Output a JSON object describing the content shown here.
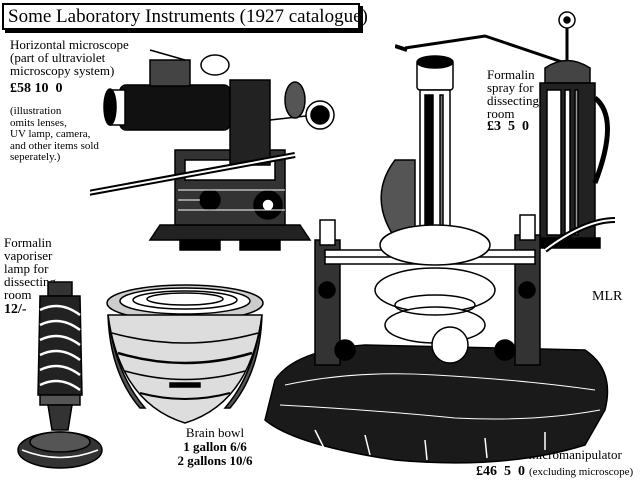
{
  "title": "Some Laboratory Instruments (1927 catalogue)",
  "items": {
    "horizontal_microscope": {
      "caption": [
        "Horizontal microscope",
        "(part of ultraviolet",
        "microscopy system)"
      ],
      "price": "£58 10  0",
      "note": [
        "(illustration",
        "omits lenses,",
        "UV lamp, camera,",
        "and other items sold",
        "seperately.)"
      ]
    },
    "formalin_spray": {
      "caption": [
        "Formalin",
        "spray for",
        "dissecting",
        "room"
      ],
      "price": "£3  5  0"
    },
    "formalin_vaporiser": {
      "caption": [
        "Formalin",
        "vaporiser",
        "lamp for",
        "dissecting",
        "room"
      ],
      "price": "12/-"
    },
    "brain_bowl": {
      "caption": "Brain bowl",
      "prices": [
        "1 gallon 6/6",
        "2 gallons 10/6"
      ]
    },
    "micromanipulator": {
      "caption": "Zeiss micromanipulator",
      "price": "£46  5  0",
      "note": "(excluding microscope)"
    }
  },
  "signature": "MLR",
  "colors": {
    "ink": "#000000",
    "paper": "#ffffff"
  }
}
